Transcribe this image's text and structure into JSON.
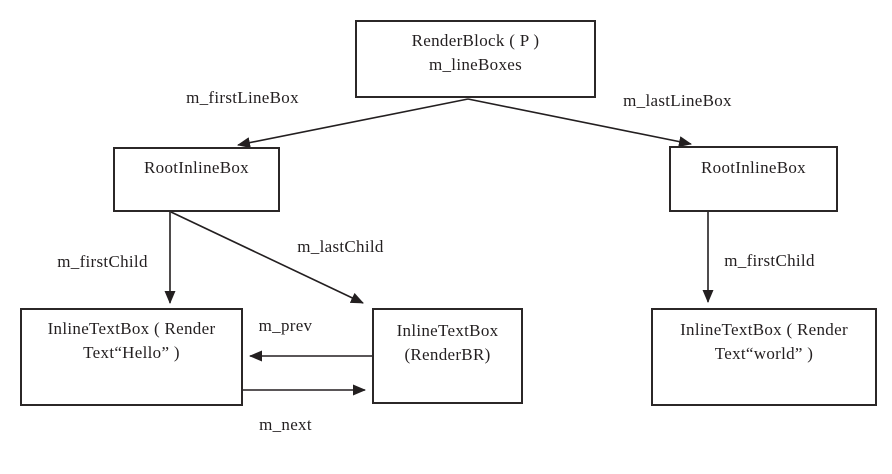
{
  "diagram": {
    "title": "RenderBlock line box tree",
    "colors": {
      "background": "#ffffff",
      "line": "#231f20",
      "text": "#231f20",
      "box_border": "#2b2727"
    },
    "nodes": {
      "render_block": {
        "line1": "RenderBlock ( P )",
        "line2": "m_lineBoxes"
      },
      "root_inline_left": {
        "label": "RootInlineBox"
      },
      "root_inline_right": {
        "label": "RootInlineBox"
      },
      "inline_text_hello": {
        "line1": "InlineTextBox ( Render",
        "line2": "Text“Hello” )"
      },
      "inline_text_br": {
        "line1": "InlineTextBox",
        "line2": "(RenderBR)"
      },
      "inline_text_world": {
        "line1": "InlineTextBox ( Render",
        "line2": "Text“world” )"
      }
    },
    "edges": {
      "first_line_box": {
        "label": "m_firstLineBox",
        "from": "render_block",
        "to": "root_inline_left"
      },
      "last_line_box": {
        "label": "m_lastLineBox",
        "from": "render_block",
        "to": "root_inline_right"
      },
      "first_child_left": {
        "label": "m_firstChild",
        "from": "root_inline_left",
        "to": "inline_text_hello"
      },
      "last_child": {
        "label": "m_lastChild",
        "from": "root_inline_left",
        "to": "inline_text_br"
      },
      "prev": {
        "label": "m_prev",
        "from": "inline_text_br",
        "to": "inline_text_hello"
      },
      "next": {
        "label": "m_next",
        "from": "inline_text_hello",
        "to": "inline_text_br"
      },
      "first_child_right": {
        "label": "m_firstChild",
        "from": "root_inline_right",
        "to": "inline_text_world"
      }
    }
  }
}
